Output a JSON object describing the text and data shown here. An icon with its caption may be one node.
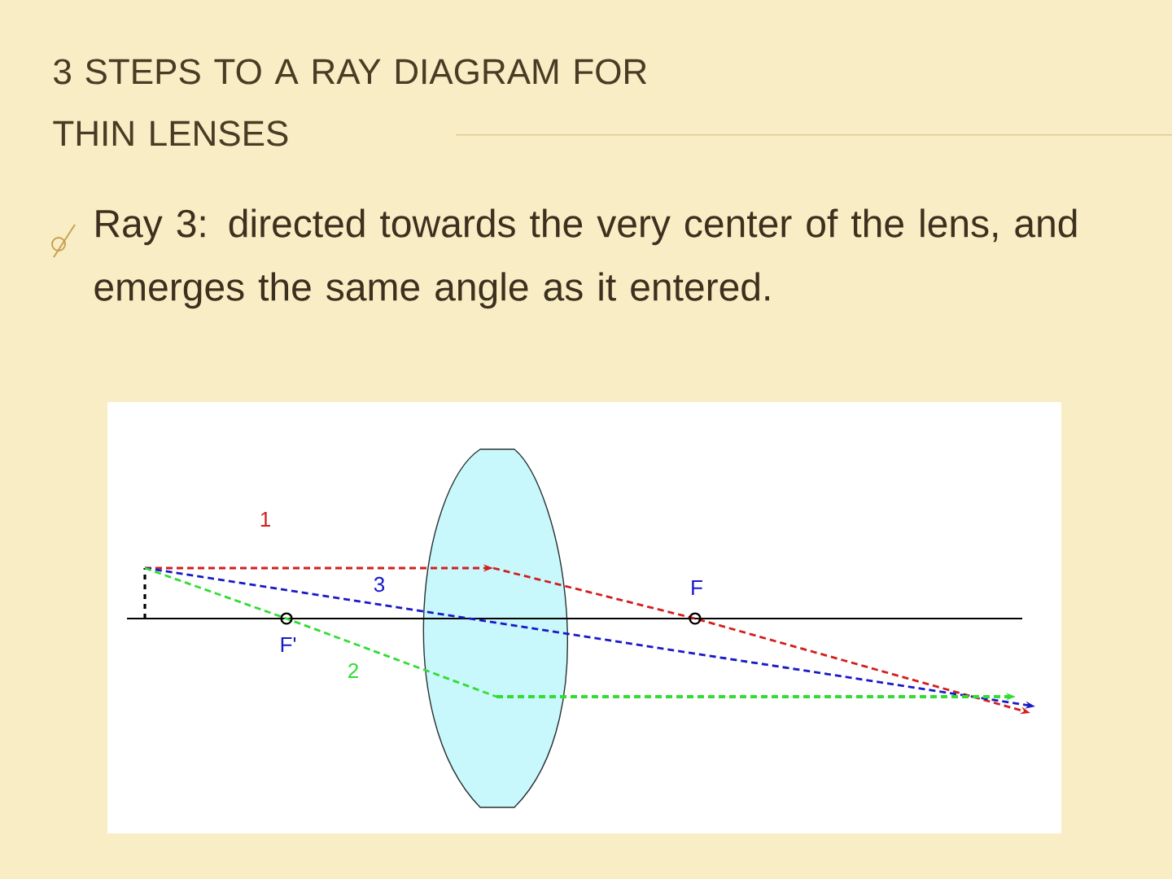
{
  "diagram": {
    "title": "3 STEPS TO A RAY DIAGRAM FOR THIN LENSES",
    "labels": [
      "Ray 3: directed towards the very center of the lens, and emerges the same angle as it entered.",
      "1",
      "3",
      "F",
      "F'",
      "2"
    ]
  }
}
